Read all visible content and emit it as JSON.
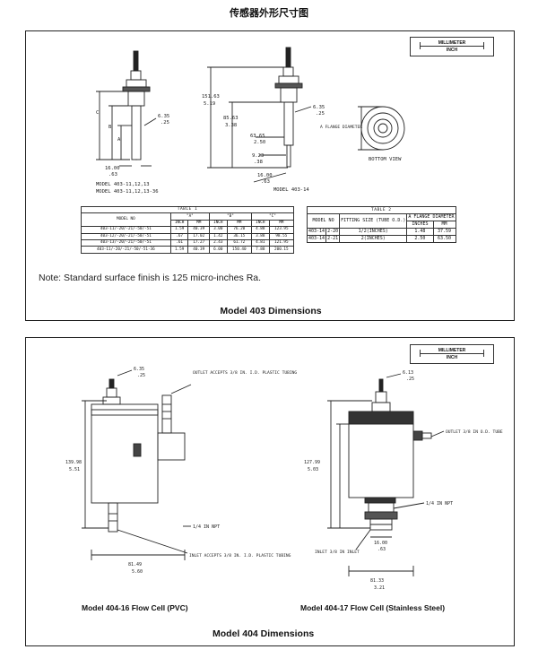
{
  "page_title": "传感器外形尺寸图",
  "unit_legend": {
    "millimeter": "MILLIMETER",
    "inch": "INCH"
  },
  "model403": {
    "dims": {
      "c": "C",
      "b": "B",
      "a": "A",
      "d635": "6.35",
      "d25": ".25",
      "d1600": "16.00",
      "d63": ".63",
      "d15163": "151.63",
      "d519": "5.19",
      "d8563": "85.63",
      "d338": "3.38",
      "d6365": "63.65",
      "d250": "2.50",
      "d923": "9.23",
      "d38": ".38",
      "flange_label": "A FLANGE DIAMETER",
      "bottom_view": "BOTTOM VIEW"
    },
    "model_labels": {
      "left_1": "MODEL 403-11,12,13",
      "left_2": "MODEL 403-11,12,13-36",
      "right": "MODEL 403-14"
    },
    "table_a": {
      "caption": "TABLE 1",
      "col_model": "MODEL NO",
      "groups": [
        "\"A\"",
        "\"B\"",
        "\"C\""
      ],
      "units": [
        "INCH",
        "MM",
        "INCH",
        "MM",
        "INCH",
        "MM"
      ],
      "rows": [
        [
          "403-11/-20/-21/-50/-51",
          "1.59",
          "40.39",
          "3.00",
          "76.20",
          "4.88",
          "123.95"
        ],
        [
          "403-12/-20/-21/-50/-51",
          ".67",
          "17.02",
          "1.42",
          "36.15",
          "3.88",
          "98.55"
        ],
        [
          "403-13/-20/-21/-50/-51",
          ".61",
          "17.27",
          "2.43",
          "61.72",
          "4.81",
          "121.95"
        ],
        [
          "403-11/-20/-21/-50/-51-36",
          "1.59",
          "40.39",
          "6.00",
          "150.40",
          "7.88",
          "200.15"
        ]
      ]
    },
    "table_b": {
      "caption": "TABLE 2",
      "col_model": "MODEL NO",
      "col_fitting": "FITTING SIZE (TUBE O.D.)",
      "col_flange": "A FLANGE DIAMETER",
      "units": [
        "INCHES",
        "MM"
      ],
      "rows": [
        [
          "403-14",
          "2-20",
          "1/2(INCHES)",
          "1.48",
          "37.59"
        ],
        [
          "403-14",
          "2-21",
          "2(INCHES)",
          "2.50",
          "63.50"
        ]
      ]
    },
    "note": "Note: Standard surface finish is 125 micro-inches Ra.",
    "caption": "Model 403 Dimensions"
  },
  "model404": {
    "dims": {
      "d635": "6.35",
      "d25": ".25",
      "d613": "6.13",
      "d25b": ".25",
      "d13998": "139.98",
      "d551": "5.51",
      "d8149": "81.49",
      "d560": "5.60",
      "d12799": "127.99",
      "d503": "5.03",
      "d1600": "16.00",
      "d63": ".63",
      "d8133": "81.33",
      "d321": "3.21",
      "outlet_pvc": "OUTLET ACCEPTS 3/8 IN. I.D. PLASTIC TUBING",
      "inlet_pvc": "INLET ACCEPTS 3/8 IN. I.D. PLASTIC TUBING",
      "npt_pvc": "1/4 IN NPT",
      "outlet_ss": "OUTLET 3/8 IN O.D. TUBE",
      "npt_ss": "1/4 IN NPT",
      "inlet_ss": "INLET 3/8 IN INLET"
    },
    "sub_captions": {
      "pvc": "Model 404-16 Flow Cell (PVC)",
      "ss": "Model 404-17 Flow Cell (Stainless Steel)"
    },
    "caption": "Model 404 Dimensions"
  }
}
